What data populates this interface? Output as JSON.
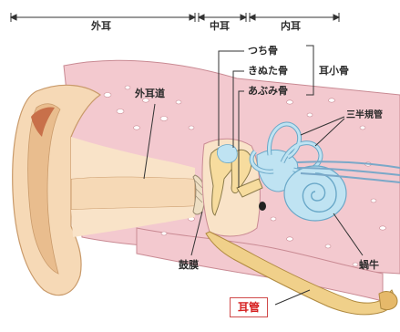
{
  "regions": {
    "outer": "外耳",
    "middle": "中耳",
    "inner": "内耳"
  },
  "labels": {
    "malleus": "つち骨",
    "incus": "きぬた骨",
    "stapes": "あぶみ骨",
    "ossicles": "耳小骨",
    "ear_canal": "外耳道",
    "semicircular_canals": "三半規管",
    "eardrum": "鼓膜",
    "cochlea": "蝸牛",
    "eustachian_tube": "耳管"
  },
  "colors": {
    "skin": "#f6d9b6",
    "skin_dark": "#e9bd8e",
    "bone": "#f3c9cf",
    "bone_spots": "#ffffff",
    "inner_ear": "#bfe3f2",
    "inner_ear_line": "#6aa8c8",
    "ossicle": "#f7dc9e",
    "tube": "#f0d08a",
    "accent_red": "#d62020"
  }
}
